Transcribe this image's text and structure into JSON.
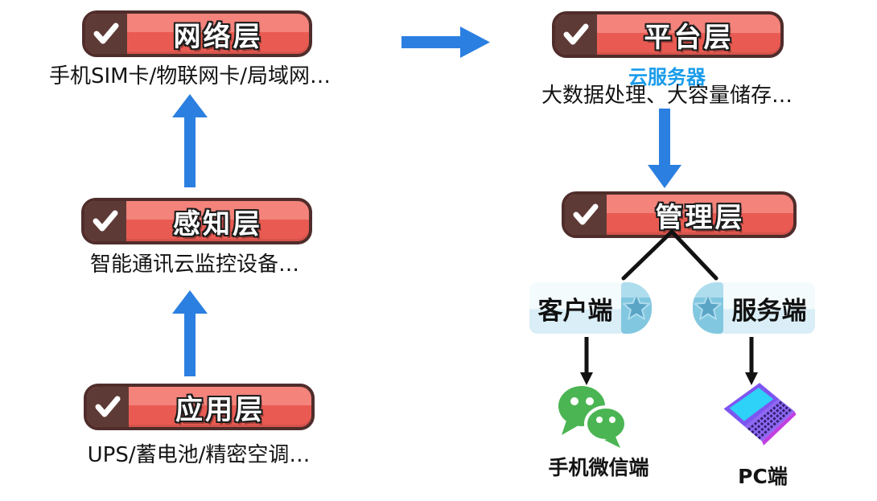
{
  "diagram": {
    "type": "iot-architecture-flow",
    "background": "#FFFFFF"
  },
  "nodes": {
    "network": {
      "label": "网络层",
      "caption": "手机SIM卡/物联网卡/局域网…"
    },
    "perception": {
      "label": "感知层",
      "caption": "智能通讯云监控设备…"
    },
    "application": {
      "label": "应用层",
      "caption": "UPS/蓄电池/精密空调…"
    },
    "platform": {
      "label": "平台层",
      "cloud_tag": "云服务器",
      "caption": "大数据处理、大容量储存…"
    },
    "management": {
      "label": "管理层"
    },
    "client": {
      "label": "客户端"
    },
    "server": {
      "label": "服务端"
    },
    "wechat": {
      "label": "手机微信端"
    },
    "pc": {
      "label": "PC端"
    }
  },
  "icons": {
    "badge_check": "check-icon",
    "tag_star": "star-icon",
    "wechat": "wechat-icon",
    "laptop": "laptop-icon",
    "arrows": [
      "arrow-up-icon",
      "arrow-up-icon",
      "arrow-right-icon",
      "arrow-down-icon"
    ]
  },
  "colors": {
    "accent_blue": "#2B7FE1",
    "badge_red": "#E95B52",
    "badge_red_light": "#F3837B",
    "badge_dark_brown": "#5E3A36",
    "badge_border": "#4F2D2B",
    "cloud_blue": "#1A9CEA",
    "tag_body_top": "#F4FBFD",
    "tag_body_bottom": "#D9EEF6",
    "tag_cap": "#82C7E0",
    "tag_cap_light": "#AEDDEE",
    "tag_star": "#5AA4C6",
    "wechat_green": "#4BB553",
    "laptop_purple": "#7D55F0",
    "laptop_purple_light": "#9067F3",
    "laptop_screen_cyan": "#2ED1F7",
    "laptop_rim_magenta": "#C13FE0",
    "connector_black": "#121212",
    "text_black": "#141414",
    "background": "#FFFFFF"
  }
}
